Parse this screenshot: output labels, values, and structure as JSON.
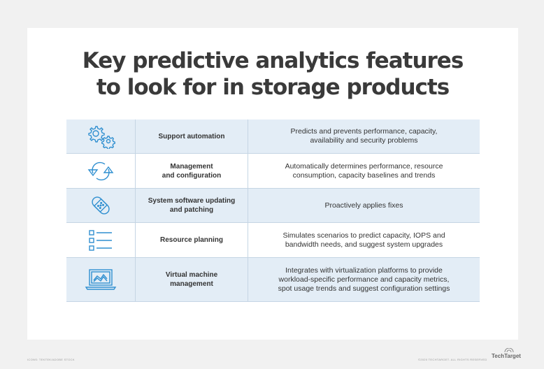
{
  "title": {
    "line1": "Key predictive analytics features",
    "line2": "to look for in storage products"
  },
  "rows": [
    {
      "icon": "gears-icon",
      "feature": "Support automation",
      "description": "Predicts and prevents performance, capacity,\navailability and security problems"
    },
    {
      "icon": "refresh-cycle-icon",
      "feature": "Management\nand configuration",
      "description": "Automatically determines performance, resource\nconsumption, capacity baselines and trends"
    },
    {
      "icon": "bandage-icon",
      "feature": "System software updating\nand patching",
      "description": "Proactively applies fixes"
    },
    {
      "icon": "checklist-icon",
      "feature": "Resource planning",
      "description": "Simulates scenarios to predict capacity, IOPS and\nbandwidth needs, and suggest system upgrades"
    },
    {
      "icon": "laptop-chart-icon",
      "feature": "Virtual machine\nmanagement",
      "description": "Integrates with virtualization platforms to provide\nworkload-specific performance and capacity metrics,\nspot usage trends and suggest configuration settings"
    }
  ],
  "footer": {
    "left": "ICONS: TEKTEK/ADOBE STOCK",
    "right": "©2020 TECHTARGET. ALL RIGHTS RESERVED",
    "logo": "TechTarget"
  },
  "colors": {
    "page_bg": "#f1f1f1",
    "card_bg": "#ffffff",
    "row_shade": "#e3edf6",
    "divider": "#c5d5e4",
    "icon_stroke": "#2f8fd0"
  }
}
